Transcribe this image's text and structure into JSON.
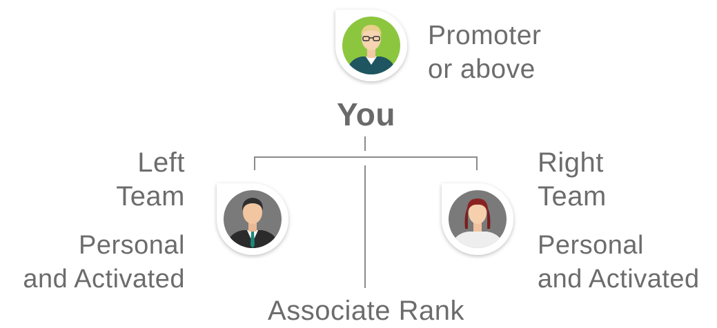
{
  "top_node": {
    "label": "You",
    "rank_line1": "Promoter",
    "rank_line2": "or above",
    "avatar": "man-with-glasses-icon"
  },
  "left_node": {
    "team_line1": "Left",
    "team_line2": "Team",
    "desc_line1": "Personal",
    "desc_line2": "and Activated",
    "avatar": "man-in-suit-icon"
  },
  "right_node": {
    "team_line1": "Right",
    "team_line2": "Team",
    "desc_line1": "Personal",
    "desc_line2": "and Activated",
    "avatar": "woman-icon"
  },
  "bottom_label": "Associate Rank",
  "colors": {
    "text": "#6c6c6c",
    "connector": "#8a8a8a",
    "top_avatar_bg": "#8cc63f",
    "side_avatar_bg": "#7a7a7a"
  }
}
